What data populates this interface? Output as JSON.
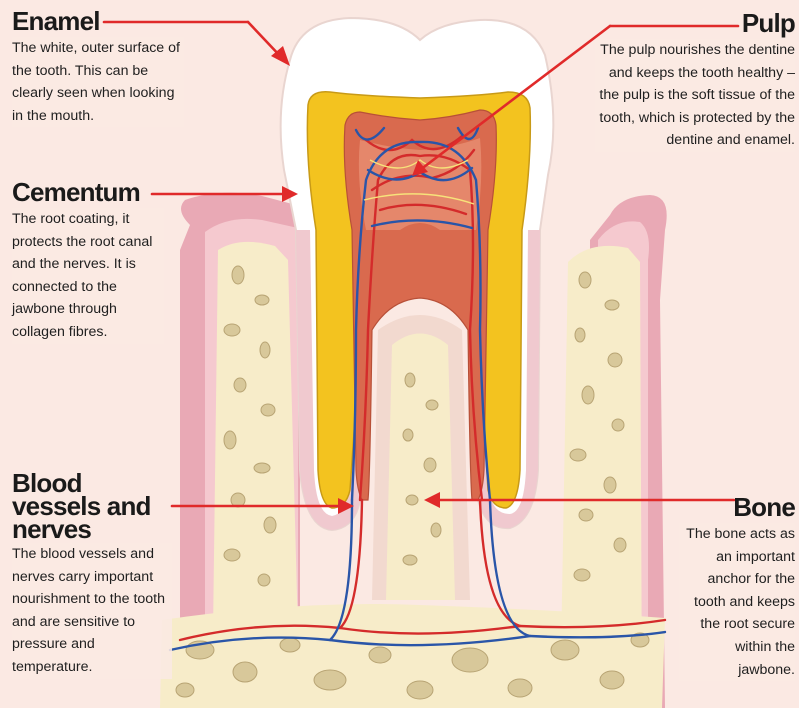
{
  "labels": {
    "enamel": {
      "title": "Enamel",
      "description": "The white, outer surface of the tooth. This can be clearly seen when looking in the mouth."
    },
    "cementum": {
      "title": "Cementum",
      "description": "The root coating, it protects the root canal and the nerves. It is connected to the jawbone through collagen fibres."
    },
    "blood_vessels_nerves": {
      "title": "Blood vessels and nerves",
      "description": "The blood vessels and nerves carry important nourishment to the tooth and are sensitive to pressure and temperature."
    },
    "pulp": {
      "title": "Pulp",
      "description": "The pulp nourishes the dentine and keeps the tooth healthy – the pulp is the soft tissue of the tooth, which is protected by the dentine and enamel."
    },
    "bone": {
      "title": "Bone",
      "description": "The bone acts as an important anchor for the tooth and keeps the root secure within the jawbone."
    }
  },
  "colors": {
    "background": "#fbe9e3",
    "enamel": "#ffffff",
    "dentine": "#f3c31f",
    "pulp": "#d96a4e",
    "gum": "#e9a9b5",
    "gum_inner": "#f5c9cf",
    "bone": "#f7ecc9",
    "bone_cells": "#d8c89a",
    "blood_vessel": "#d42b2b",
    "nerve": "#2a55a8",
    "pointer": "#e02a2a"
  }
}
